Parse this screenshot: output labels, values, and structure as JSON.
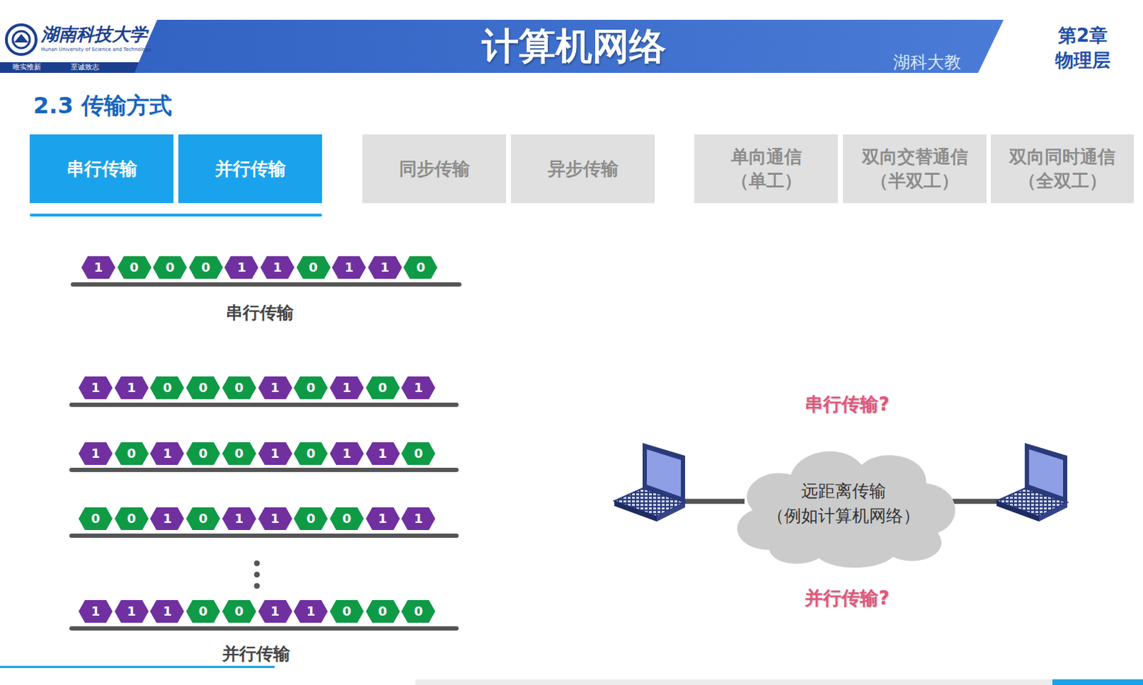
{
  "diagram": {
    "title": "计算机网络",
    "nodes": [
      {
        "text": [
          "串行传输"
        ]
      },
      {
        "text": [
          "并行传输"
        ]
      },
      {
        "text": [
          "同步传输"
        ]
      },
      {
        "text": [
          "异步传输"
        ]
      },
      {
        "text": [
          "单向通信 （单工）"
        ]
      },
      {
        "text": [
          "双向交替通信 （半双工）"
        ]
      },
      {
        "text": [
          "双向同时通信 （全双工）"
        ]
      },
      {
        "text": [
          "1"
        ]
      },
      {
        "text": [
          "0"
        ]
      },
      {
        "text": [
          "0"
        ]
      },
      {
        "text": [
          "0"
        ]
      },
      {
        "text": [
          "1"
        ]
      },
      {
        "text": [
          "1"
        ]
      },
      {
        "text": [
          "0"
        ]
      },
      {
        "text": [
          "1"
        ]
      },
      {
        "text": [
          "1"
        ]
      },
      {
        "text": [
          "0"
        ]
      },
      {
        "text": [
          "1"
        ]
      },
      {
        "text": [
          "1"
        ]
      },
      {
        "text": [
          "0"
        ]
      },
      {
        "text": [
          "0"
        ]
      },
      {
        "text": [
          "0"
        ]
      },
      {
        "text": [
          "1"
        ]
      },
      {
        "text": [
          "0"
        ]
      },
      {
        "text": [
          "1"
        ]
      },
      {
        "text": [
          "0"
        ]
      },
      {
        "text": [
          "1"
        ]
      },
      {
        "text": [
          "1"
        ]
      },
      {
        "text": [
          "0"
        ]
      },
      {
        "text": [
          "1"
        ]
      },
      {
        "text": [
          "0"
        ]
      },
      {
        "text": [
          "0"
        ]
      },
      {
        "text": [
          "1"
        ]
      },
      {
        "text": [
          "0"
        ]
      },
      {
        "text": [
          "1"
        ]
      },
      {
        "text": [
          "1"
        ]
      },
      {
        "text": [
          "0"
        ]
      },
      {
        "text": [
          "0"
        ]
      },
      {
        "text": [
          "0"
        ]
      },
      {
        "text": [
          "1"
        ]
      },
      {
        "text": [
          "0"
        ]
      },
      {
        "text": [
          "1"
        ]
      },
      {
        "text": [
          "1"
        ]
      },
      {
        "text": [
          "0"
        ]
      },
      {
        "text": [
          "0"
        ]
      },
      {
        "text": [
          "1"
        ]
      },
      {
        "text": [
          "1"
        ]
      },
      {
        "text": [
          "1"
        ]
      },
      {
        "text": [
          "1"
        ]
      },
      {
        "text": [
          "1"
        ]
      },
      {
        "text": [
          "0"
        ]
      },
      {
        "text": [
          "0"
        ]
      },
      {
        "text": [
          "1"
        ]
      },
      {
        "text": [
          "1"
        ]
      },
      {
        "text": [
          "0"
        ]
      },
      {
        "text": [
          "0"
        ]
      },
      {
        "text": [
          "0"
        ]
      },
      {
        "text": [
          "远距离传输 （例如计算机网络）"
        ]
      }
    ],
    "labels": [
      "湖南科技大学",
      "Hunan University of Science and Technology",
      "唯实惟新",
      "至诚致志",
      "第2章",
      "物理层",
      "湖科大教",
      "2.3 传输方式",
      "串行传输",
      "并行传输",
      "串行传输?",
      "并行传输?"
    ]
  }
}
